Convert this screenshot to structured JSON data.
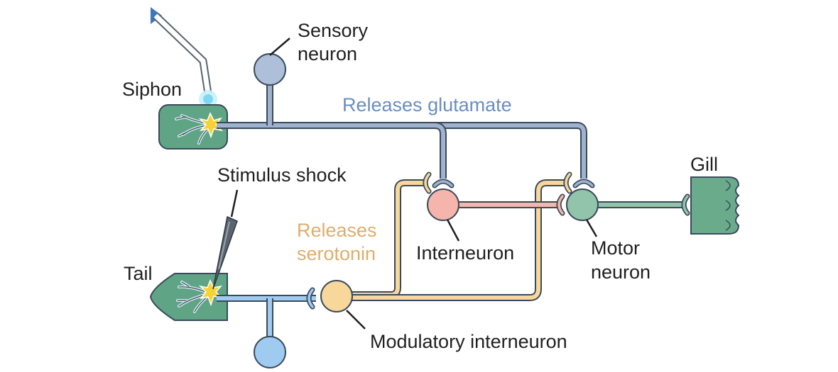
{
  "labels": {
    "sensory_line1": "Sensory",
    "sensory_line2": "neuron",
    "siphon": "Siphon",
    "releases_glutamate": "Releases glutamate",
    "gill": "Gill",
    "stimulus_shock": "Stimulus shock",
    "releases_serotonin_line1": "Releases",
    "releases_serotonin_line2": "serotonin",
    "interneuron": "Interneuron",
    "motor_line1": "Motor",
    "motor_line2": "neuron",
    "tail": "Tail",
    "modulatory_interneuron": "Modulatory interneuron"
  },
  "colors": {
    "sensory_neuron": "#aebfd9",
    "sensory_axon": "#9fb2cf",
    "glutamate_text": "#6b8ec2",
    "tail_sensory_neuron": "#9fcbf0",
    "interneuron": "#f6b5ac",
    "interneuron_axon": "#f2b7ad",
    "motor_neuron": "#92c4ac",
    "gill": "#6aab8c",
    "modulatory_neuron": "#f8d79a",
    "serotonin_text": "#e0ad6a",
    "outline": "#3b4a5a",
    "organ_fill": "#5fa585",
    "spark": "#f7d234"
  },
  "icons": {
    "siphon": "siphon-organ-icon",
    "tail": "tail-organ-icon",
    "gill": "gill-organ-icon",
    "water_jet": "water-jet-probe-icon",
    "shock_electrode": "stimulus-electrode-icon"
  }
}
